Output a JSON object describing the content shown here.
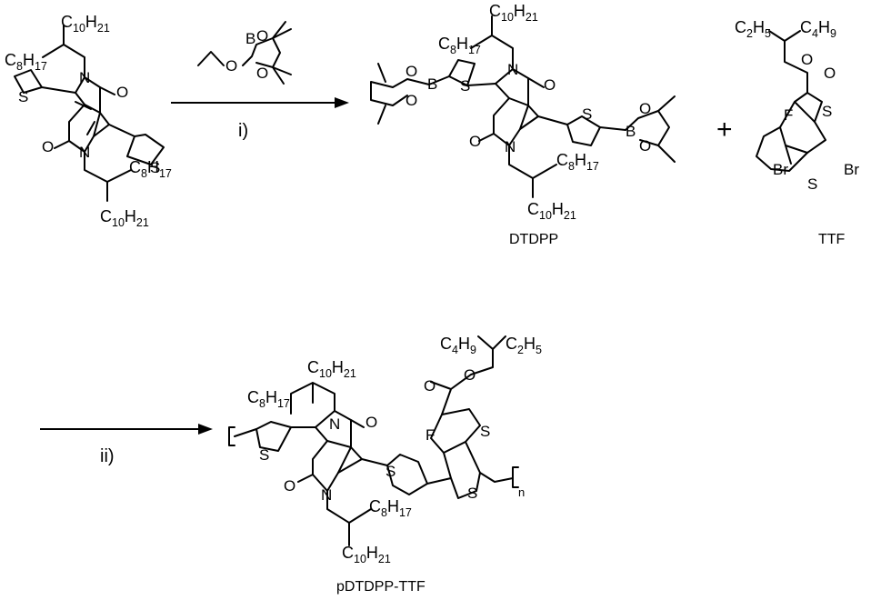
{
  "scheme": {
    "compounds": {
      "dtdpp_label": "DTDPP",
      "ttf_label": "TTF",
      "polymer_label": "pDTDPP-TTF"
    },
    "reagents": {
      "step1": "i)",
      "step2": "ii)",
      "plus": "+"
    },
    "atoms": {
      "n": "N",
      "o": "O",
      "s": "S",
      "b": "B",
      "f": "F",
      "br": "Br",
      "repeat_n": "n"
    },
    "chains": {
      "c10h21": {
        "c": "C",
        "n1": "10",
        "h": "H",
        "n2": "21"
      },
      "c8h17": {
        "c": "C",
        "n1": "8",
        "h": "H",
        "n2": "17"
      },
      "c2h5": {
        "c": "C",
        "n1": "2",
        "h": "H",
        "n2": "5"
      },
      "c4h9": {
        "c": "C",
        "n1": "4",
        "h": "H",
        "n2": "9"
      }
    }
  }
}
